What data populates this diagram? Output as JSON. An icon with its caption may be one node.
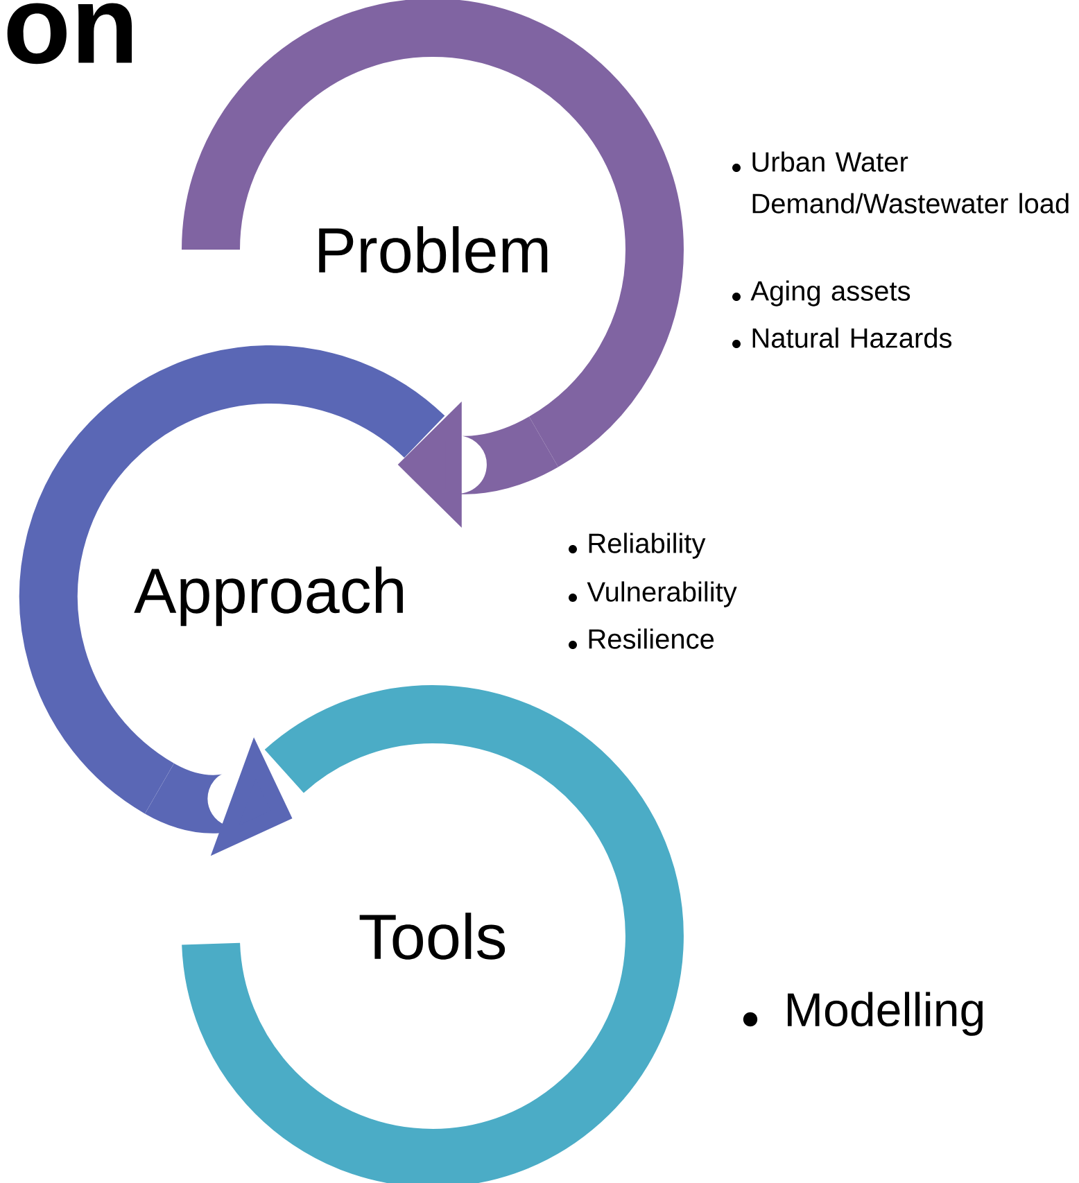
{
  "diagram": {
    "title": "on",
    "nodes": [
      {
        "text": [
          "Problem"
        ],
        "beside": [
          "Urban Water Demand/Wastewater load",
          "Aging assets",
          "Natural Hazards"
        ]
      },
      {
        "text": [
          "Approach"
        ],
        "beside": [
          "Reliability",
          "Vulnerability",
          "Resilience"
        ]
      },
      {
        "text": [
          "Tools"
        ],
        "beside": [
          "Modelling"
        ]
      }
    ],
    "edges": [
      {
        "from": 0,
        "to": 1,
        "arrow": "to",
        "color": "#8064a2"
      },
      {
        "from": 1,
        "to": 2,
        "arrow": "to",
        "color": "#5a67b5"
      }
    ]
  }
}
